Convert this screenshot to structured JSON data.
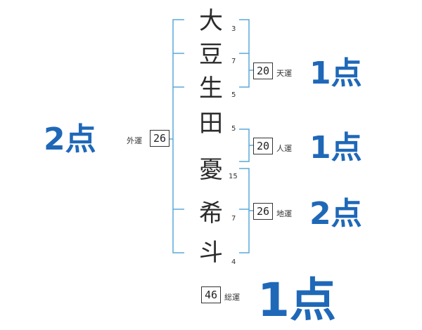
{
  "characters": [
    {
      "char": "大",
      "strokes": "3"
    },
    {
      "char": "豆",
      "strokes": "7"
    },
    {
      "char": "生",
      "strokes": "5"
    },
    {
      "char": "田",
      "strokes": "5"
    },
    {
      "char": "憂",
      "strokes": "15"
    },
    {
      "char": "希",
      "strokes": "7"
    },
    {
      "char": "斗",
      "strokes": "4"
    }
  ],
  "tenkaku": {
    "value": "20",
    "label": "天運",
    "score": "1点"
  },
  "jinkaku": {
    "value": "20",
    "label": "人運",
    "score": "1点"
  },
  "chikaku": {
    "value": "26",
    "label": "地運",
    "score": "2点"
  },
  "gaikaku": {
    "value": "26",
    "label": "外運",
    "score": "2点"
  },
  "soukaku": {
    "value": "46",
    "label": "総運",
    "score": "1点"
  },
  "colors": {
    "bracket": "#5aa9d8",
    "score": "#1f68b8"
  }
}
